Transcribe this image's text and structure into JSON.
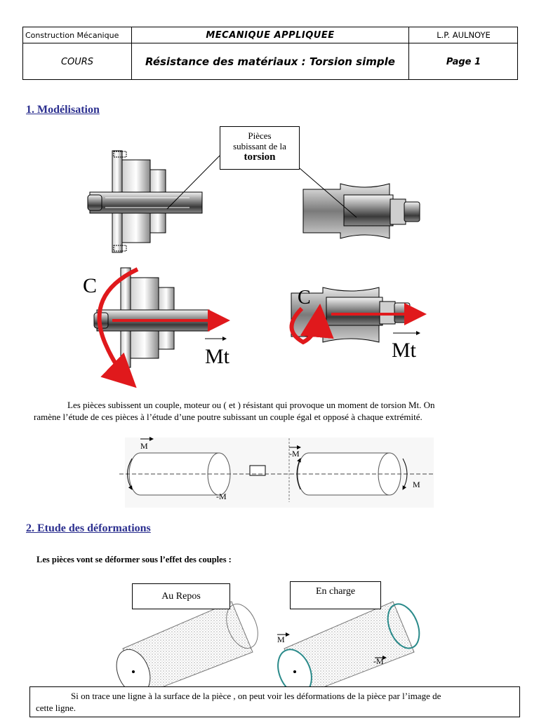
{
  "header": {
    "subject": "Construction Mécanique",
    "title": "MECANIQUE APPLIQUEE",
    "school": "L.P. AULNOYE",
    "type": "COURS",
    "chapter": "Résistance des matériaux : Torsion simple",
    "page": "Page 1"
  },
  "section1": {
    "title": "1. Modélisation",
    "callout_line1": "Pièces",
    "callout_line2": "subissant de la",
    "callout_bold": "torsion",
    "label_c": "C",
    "label_mt": "Mt",
    "paragraph_line1": "Les pièces subissent un couple, moteur  ou ( et )  résistant qui provoque un moment de torsion Mt. On",
    "paragraph_line2": "ramène l’étude de ces pièces à l’étude d’une poutre subissant un couple égal et opposé à chaque extrémité.",
    "beam_label_m": "M",
    "beam_label_neg_m": "-M"
  },
  "section2": {
    "title": "2. Etude des déformations",
    "intro": "Les pièces vont se déformer sous l’effet des couples :",
    "box_rest": "Au Repos",
    "box_load": "En charge",
    "label_m": "M",
    "label_neg_m": "-M",
    "note_line1": "Si on trace une ligne à la surface de la pièce , on peut voir les déformations de la pièce par l’image de",
    "note_line2": "cette ligne."
  },
  "colors": {
    "section_title": "#2b2f8f",
    "torque_arrow": "#e0191c"
  }
}
